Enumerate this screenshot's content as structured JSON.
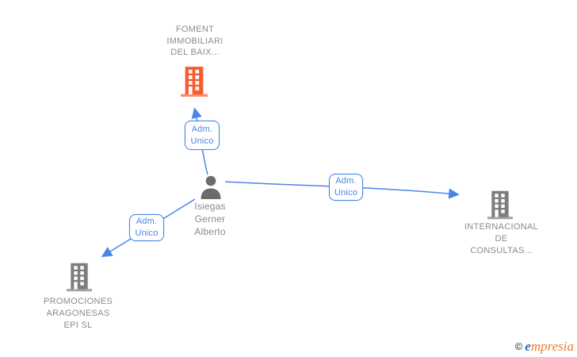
{
  "diagram": {
    "person": {
      "name_lines": [
        "Isiegas",
        "Gerner",
        "Alberto"
      ],
      "icon": "person-icon"
    },
    "companies": {
      "foment": {
        "lines": [
          "FOMENT",
          "IMMOBILIARI",
          "DEL BAIX..."
        ],
        "icon": "building-icon",
        "highlighted": true
      },
      "internacional": {
        "lines": [
          "INTERNACIONAL",
          "DE",
          "CONSULTAS..."
        ],
        "icon": "building-icon",
        "highlighted": false
      },
      "promociones": {
        "lines": [
          "PROMOCIONES",
          "ARAGONESAS",
          "EPI SL"
        ],
        "icon": "building-icon",
        "highlighted": false
      }
    },
    "edges": [
      {
        "label": "Adm. Unico",
        "from": "person",
        "to": "foment"
      },
      {
        "label": "Adm. Unico",
        "from": "person",
        "to": "internacional"
      },
      {
        "label": "Adm. Unico",
        "from": "person",
        "to": "promociones"
      }
    ]
  },
  "branding": {
    "copyright_symbol": "©",
    "logo_first_letter": "e",
    "logo_rest": "mpresia"
  },
  "colors": {
    "edge_blue": "#4a86e8",
    "company_highlight_orange": "#f95b2e",
    "company_gray": "#7d7d7d",
    "person_gray": "#6b6b6b",
    "label_gray": "#8b8b8b",
    "logo_blue": "#2d6fb0",
    "logo_orange": "#ee7b28"
  }
}
